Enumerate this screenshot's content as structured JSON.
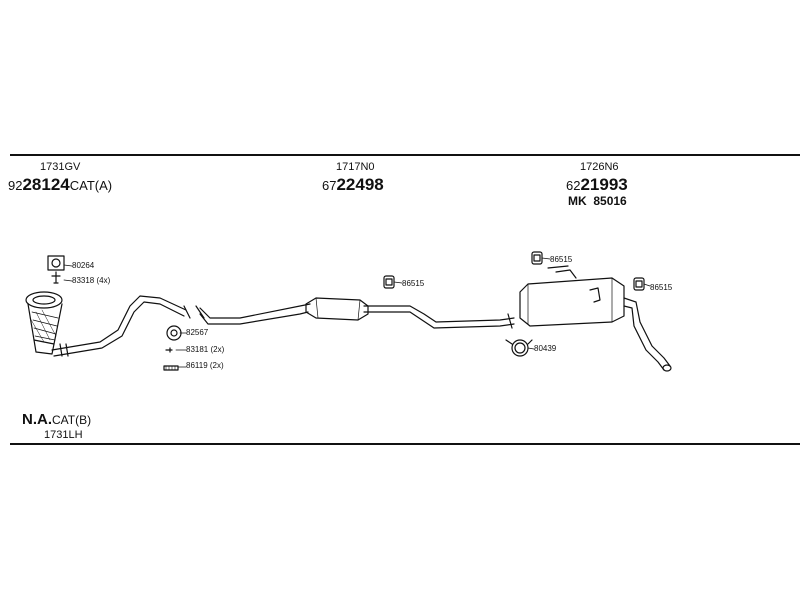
{
  "sections": [
    {
      "code": "1731GV",
      "prefix": "92",
      "number": "28124",
      "suffix": "CAT(A)"
    },
    {
      "code": "1717N0",
      "prefix": "67",
      "number": "22498",
      "suffix": ""
    },
    {
      "code": "1726N6",
      "prefix": "62",
      "number": "21993",
      "suffix": "",
      "kit_prefix": "MK",
      "kit_number": "85016"
    }
  ],
  "parts": {
    "p80264": "80264",
    "p83318": "83318 (4x)",
    "p82567": "82567",
    "p83181": "83181 (2x)",
    "p86119": "86119 (2x)",
    "p86515a": "86515",
    "p86515b": "86515",
    "p86515c": "86515",
    "p80439": "80439"
  },
  "footer": {
    "na_prefix": "N.A.",
    "na_suffix": "CAT(B)",
    "code": "1731LH"
  }
}
